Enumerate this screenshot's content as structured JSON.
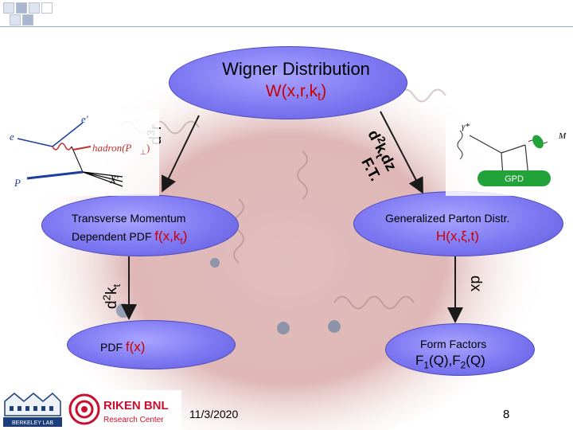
{
  "wigner": {
    "title": "Wigner Distribution",
    "formula_main": "W(x,r,k",
    "formula_sub": "t",
    "formula_end": ")"
  },
  "tmd": {
    "line1": "Transverse Momentum",
    "line2": "Dependent PDF",
    "formula_main": "f(x,k",
    "formula_sub": "t",
    "formula_end": ")"
  },
  "gpd": {
    "line1": "Generalized Parton Distr.",
    "formula": "H(x,ξ,t)",
    "label": "GPD"
  },
  "pdf": {
    "label": "PDF",
    "formula": "f(x)"
  },
  "form_factors": {
    "label": "Form Factors",
    "f1": "F",
    "f1_sub": "1",
    "f1_rest": "(Q),F",
    "f2_sub": "2",
    "f2_end": "(Q)"
  },
  "arrows": {
    "left_top": {
      "d": "d",
      "exp": "3",
      "var": "r"
    },
    "right_top": {
      "d": "d",
      "exp": "2",
      "var": "k",
      "sub": "t",
      "rest": "dz",
      "ft": "F.T."
    },
    "left_bottom": {
      "d": "d",
      "exp": "2",
      "var": "k",
      "sub": "t"
    },
    "right_bottom": {
      "label": "dx"
    }
  },
  "diagram_left": {
    "e": "e",
    "e_prime": "e′",
    "hadron": "hadron(P",
    "hadron_sub": "⊥",
    "hadron_end": ")",
    "P": "P",
    "X": "X′"
  },
  "diagram_right": {
    "gamma": "γ*",
    "M": "M"
  },
  "footer": {
    "date": "11/3/2020",
    "page": "8",
    "riken_line1": "RIKEN BNL",
    "riken_line2": "Research Center",
    "berkeley": "BERKELEY LAB"
  },
  "colors": {
    "ellipse": "#7d78f2",
    "formula_red": "#cc0000",
    "riken_red": "#c8102e",
    "gpd_green": "#22a33a"
  }
}
